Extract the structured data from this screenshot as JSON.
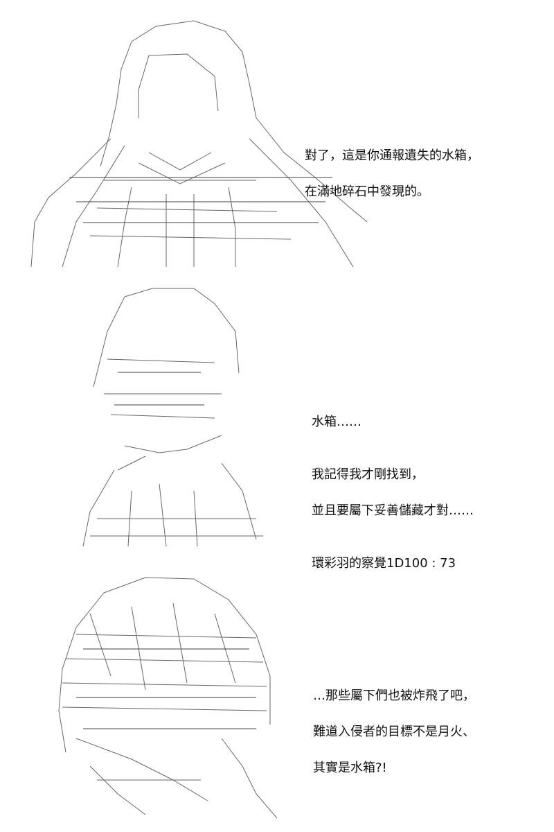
{
  "panels": [
    {
      "id": "panel-1",
      "art_subject": "long-haired character in dark coat (ascii art)",
      "lines": [
        "對了，這是你通報遺失的水箱，",
        "在滿地碎石中發現的。"
      ]
    },
    {
      "id": "panel-2",
      "art_subject": "character with ribbon-like headwear (ascii art)",
      "lines": [
        "水箱……",
        "我記得我才剛找到，",
        "並且要屬下妥善儲藏才對……",
        "環彩羽的察覺1D100 : 73"
      ]
    },
    {
      "id": "panel-3",
      "art_subject": "character with bowed head, hair covering face (ascii art)",
      "lines": [
        "…那些屬下們也被炸飛了吧，",
        "難道入侵者的目標不是月火、",
        "其實是水箱?!"
      ]
    }
  ]
}
